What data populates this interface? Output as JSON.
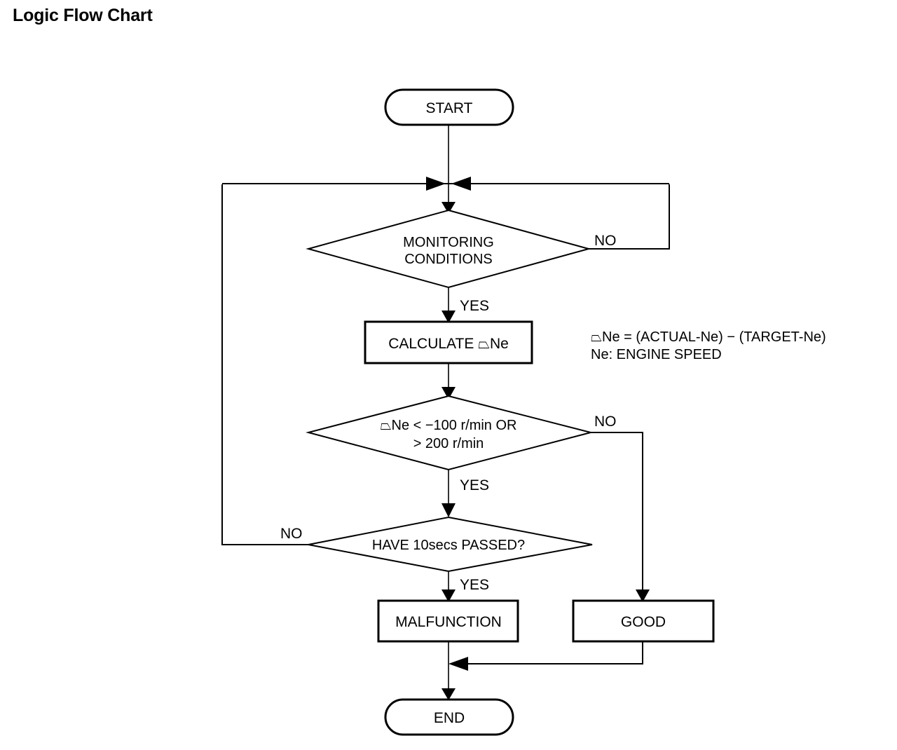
{
  "page": {
    "title": "Logic Flow Chart",
    "background_color": "#ffffff",
    "line_color": "#000000"
  },
  "chart_data": {
    "type": "diagram",
    "diagram_kind": "flowchart",
    "title": "Logic Flow Chart",
    "nodes": [
      {
        "id": "start",
        "shape": "terminator",
        "text": "START"
      },
      {
        "id": "monitoring",
        "shape": "decision",
        "text_line1": "MONITORING",
        "text_line2": "CONDITIONS"
      },
      {
        "id": "calculate",
        "shape": "process",
        "text": "CALCULATE   ⏢Ne"
      },
      {
        "id": "threshold",
        "shape": "decision",
        "text_line1": "⏢Ne < −100 r/min OR",
        "text_line2": "> 200 r/min"
      },
      {
        "id": "timer",
        "shape": "decision",
        "text": "HAVE 10secs PASSED?"
      },
      {
        "id": "malfunction",
        "shape": "process",
        "text": "MALFUNCTION"
      },
      {
        "id": "good",
        "shape": "process",
        "text": "GOOD"
      },
      {
        "id": "end",
        "shape": "terminator",
        "text": "END"
      }
    ],
    "edges": [
      {
        "from": "start",
        "to": "monitoring",
        "label": ""
      },
      {
        "from": "monitoring",
        "to": "calculate",
        "label": "YES"
      },
      {
        "from": "monitoring",
        "to": "monitoring",
        "label": "NO"
      },
      {
        "from": "calculate",
        "to": "threshold",
        "label": ""
      },
      {
        "from": "threshold",
        "to": "timer",
        "label": "YES"
      },
      {
        "from": "threshold",
        "to": "good",
        "label": "NO"
      },
      {
        "from": "timer",
        "to": "malfunction",
        "label": "YES"
      },
      {
        "from": "timer",
        "to": "monitoring",
        "label": "NO"
      },
      {
        "from": "malfunction",
        "to": "end",
        "label": ""
      },
      {
        "from": "good",
        "to": "end",
        "label": ""
      }
    ],
    "annotations": [
      {
        "id": "note",
        "line1": "⏢Ne = (ACTUAL-Ne) − (TARGET-Ne)",
        "line2": "Ne: ENGINE SPEED"
      }
    ]
  },
  "nodes": {
    "start": {
      "label": "START"
    },
    "monitoring": {
      "label_line1": "MONITORING",
      "label_line2": "CONDITIONS"
    },
    "calculate": {
      "label": "CALCULATE   ⏢Ne"
    },
    "threshold": {
      "label_line1": "⏢Ne < −100 r/min OR",
      "label_line2": "> 200 r/min"
    },
    "timer": {
      "label": "HAVE 10secs PASSED?"
    },
    "malfunction": {
      "label": "MALFUNCTION"
    },
    "good": {
      "label": "GOOD"
    },
    "end": {
      "label": "END"
    }
  },
  "branch_labels": {
    "monitoring_no": "NO",
    "monitoring_yes": "YES",
    "threshold_no": "NO",
    "threshold_yes": "YES",
    "timer_no": "NO",
    "timer_yes": "YES"
  },
  "note": {
    "line1": "⏢Ne = (ACTUAL-Ne) − (TARGET-Ne)",
    "line2": "Ne: ENGINE SPEED"
  }
}
